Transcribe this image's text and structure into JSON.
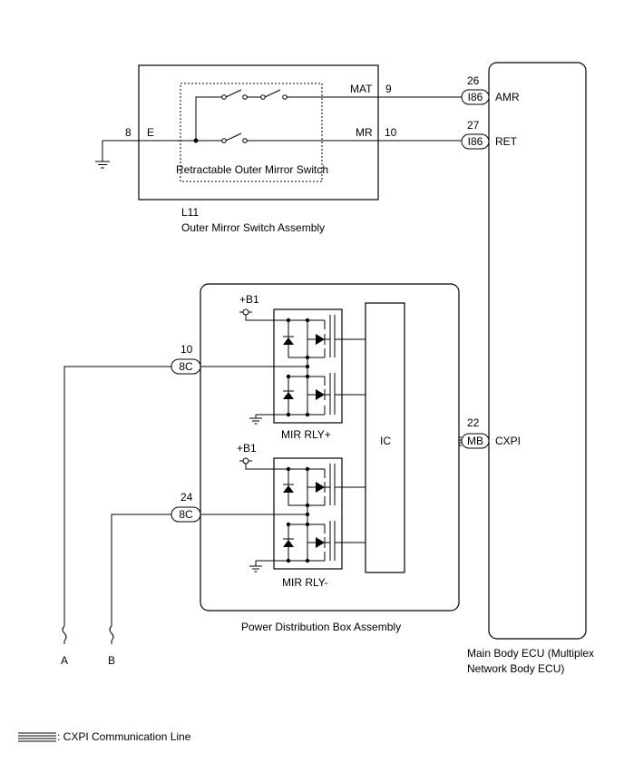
{
  "mirror_switch_assembly": {
    "inner_label": "Retractable Outer Mirror Switch",
    "connector": "L11",
    "name": "Outer Mirror Switch Assembly",
    "ground_terminal": "E",
    "ground_pin": "8",
    "mat_terminal": "MAT",
    "mat_pin": "9",
    "mr_terminal": "MR",
    "mr_pin": "10"
  },
  "main_body_ecu": {
    "name_line1": "Main Body ECU (Multiplex",
    "name_line2": "Network Body ECU)",
    "amr_pin": "26",
    "amr_connector": "I86",
    "amr_terminal": "AMR",
    "ret_pin": "27",
    "ret_connector": "I86",
    "ret_terminal": "RET",
    "cxpi_pin": "22",
    "cxpi_connector": "MB",
    "cxpi_terminal": "CXPI"
  },
  "power_distribution_box": {
    "name": "Power Distribution Box Assembly",
    "ic_label": "IC",
    "relay_plus_label": "MIR RLY+",
    "relay_minus_label": "MIR RLY-",
    "power_label_1": "+B1",
    "power_label_2": "+B1",
    "pin_a": "10",
    "connector_a": "8C",
    "pin_b": "24",
    "connector_b": "8C"
  },
  "wire_ends": {
    "a": "A",
    "b": "B"
  },
  "legend": {
    "text": ": CXPI Communication Line"
  }
}
